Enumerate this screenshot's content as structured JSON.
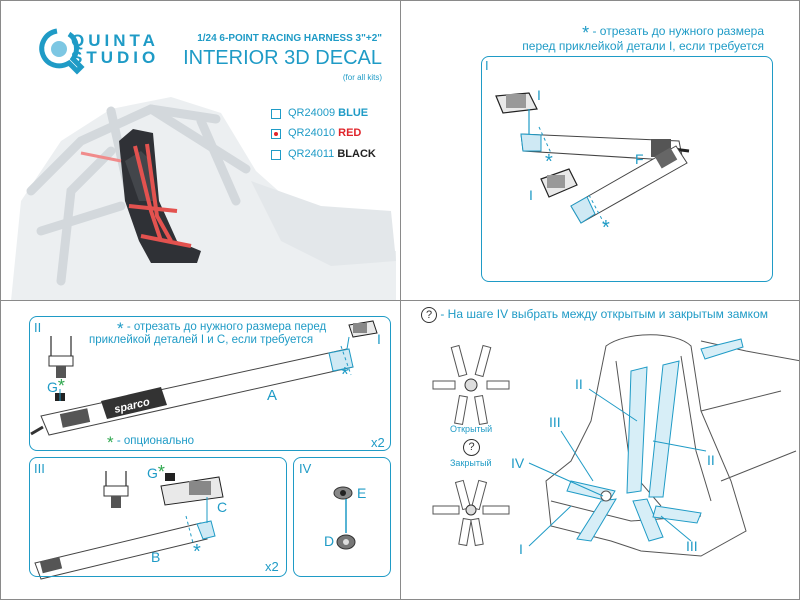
{
  "brand": {
    "line1": "QUINTA",
    "line2": "STUDIO"
  },
  "product": {
    "subtitle": "1/24 6-POINT RACING HARNESS 3\"+2\"",
    "title": "INTERIOR 3D DECAL",
    "note": "(for all kits)"
  },
  "variants": [
    {
      "code": "QR24009",
      "color": "BLUE",
      "checked": false
    },
    {
      "code": "QR24010",
      "color": "RED",
      "checked": true
    },
    {
      "code": "QR24011",
      "color": "BLACK",
      "checked": false
    }
  ],
  "step1": {
    "note_l1": "- отрезать до нужного размера",
    "note_l2": "перед приклейкой детали I, если требуется",
    "label": "I",
    "part_i": "I",
    "part_f": "F",
    "star": "*"
  },
  "step2": {
    "label": "II",
    "note_l1": "- отрезать до нужного размера перед",
    "note_l2": "приклейкой деталей I и C, если требуется",
    "part_i": "I",
    "part_a": "A",
    "part_g": "G",
    "optional": "- опционально",
    "mult": "x2",
    "logo": "sparco"
  },
  "step3": {
    "label": "III",
    "part_g": "G",
    "part_c": "C",
    "part_b": "B",
    "mult": "x2"
  },
  "step4": {
    "label": "IV",
    "part_e": "E",
    "part_d": "D"
  },
  "assembly": {
    "q": "?",
    "note": "- На шаге IV выбрать между открытым и закрытым замком",
    "open": "Открытый",
    "closed": "Закрытый",
    "labels": {
      "ii_a": "II",
      "iii_a": "III",
      "iv": "IV",
      "ii_b": "II",
      "i": "I",
      "iii_b": "III"
    }
  },
  "colors": {
    "accent": "#1f9bc6",
    "red": "#e0242a",
    "border": "#8a8a8a"
  }
}
